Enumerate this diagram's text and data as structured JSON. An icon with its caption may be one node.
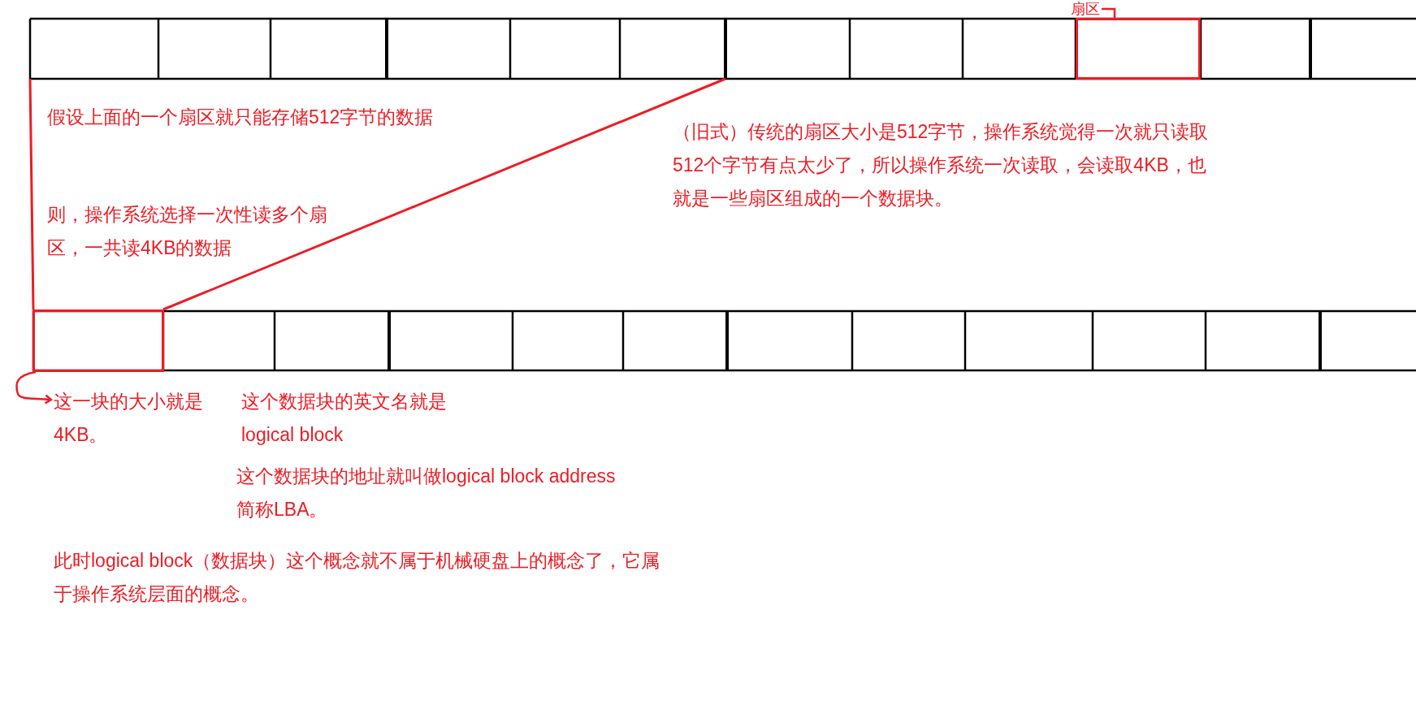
{
  "diagram": {
    "nodes": [
      {
        "text": [
          "扇区"
        ]
      },
      {
        "text": [],
        "shape": "box"
      },
      {
        "text": [],
        "shape": "box"
      },
      {
        "text": [
          "这一块的大小就是4KB。"
        ]
      }
    ],
    "edges": [
      {
        "from": 0,
        "to": 1,
        "arrow": "none"
      },
      {
        "from": 2,
        "to": 3,
        "arrow": "to"
      }
    ],
    "labels": [
      "假设上面的一个扇区就只能存储512字节的数据",
      "（旧式）传统的扇区大小是512字节，操作系统觉得一次就只读取512个字节有点太少了，所以操作系统一次读取，会读取4KB，也就是一些扇区组成的一个数据块。",
      "则，操作系统选择一次性读多个扇区，一共读4KB的数据",
      "这个数据块的英文名就是 logical block",
      "这个数据块的地址就叫做logical block address 简称LBA。",
      "此时logical block（数据块）这个概念就不属于机械硬盘上的概念了，它属于操作系统层面的概念。"
    ]
  }
}
